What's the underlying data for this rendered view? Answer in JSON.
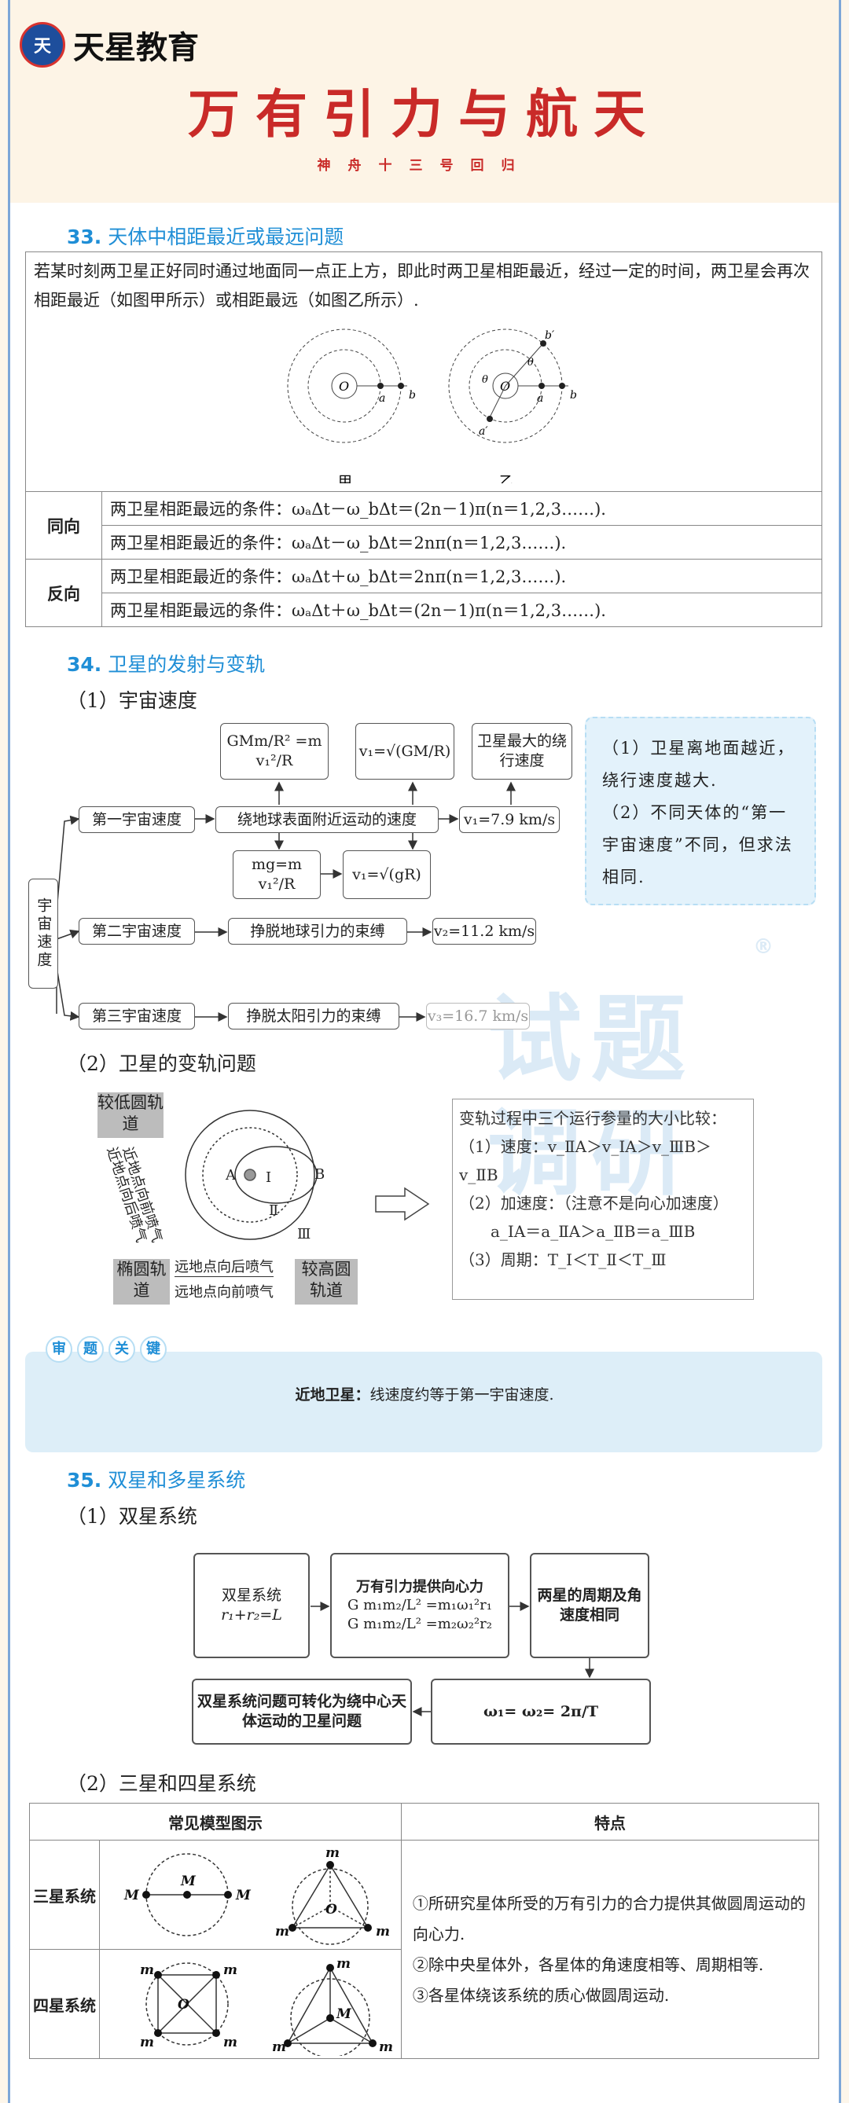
{
  "header": {
    "logo_mark": "天",
    "logo_text": "天星教育",
    "title": "万有引力与航天",
    "subtitle": "神舟十三号回归"
  },
  "s33": {
    "num": "33.",
    "title": "天体中相距最近或最远问题",
    "desc": "若某时刻两卫星正好同时通过地面同一点正上方，即此时两卫星相距最近，经过一定的时间，两卫星会再次相距最近（如图甲所示）或相距最远（如图乙所示）.",
    "fig_jia": "甲",
    "fig_yi": "乙",
    "rows": [
      {
        "side": "同向",
        "far": "两卫星相距最远的条件：ωₐΔt－ω_bΔt＝(2n－1)π(n＝1,2,3……).",
        "near": "两卫星相距最近的条件：ωₐΔt－ω_bΔt＝2nπ(n＝1,2,3……)."
      },
      {
        "side": "反向",
        "near": "两卫星相距最近的条件：ωₐΔt＋ω_bΔt＝2nπ(n＝1,2,3……).",
        "far": "两卫星相距最远的条件：ωₐΔt＋ω_bΔt＝(2n－1)π(n＝1,2,3……)."
      }
    ]
  },
  "s34": {
    "num": "34.",
    "title": "卫星的发射与变轨",
    "sub1": "（1）宇宙速度",
    "root": "宇宙速度",
    "first": "第一宇宙速度",
    "second": "第二宇宙速度",
    "third": "第三宇宙速度",
    "orbit_near": "绕地球表面附近运动的速度",
    "escape_earth": "挣脱地球引力的束缚",
    "escape_sun": "挣脱太阳引力的束缚",
    "v1_val": "v₁=7.9 km/s",
    "v2_val": "v₂=11.2 km/s",
    "v3_val": "v₃=16.7 km/s",
    "eq_gm": "GMm/R² =m v₁²/R",
    "eq_v1a": "v₁=√(GM/R)",
    "eq_mg": "mg=m v₁²/R",
    "eq_v1b": "v₁=√(gR)",
    "max_speed": "卫星最大的绕行速度",
    "note1": "（1）卫星离地面越近，绕行速度越大.",
    "note2": "（2）不同天体的“第一宇宙速度”不同，但求法相同.",
    "sub2": "（2）卫星的变轨问题",
    "low_orbit": "较低圆轨道",
    "ellipse": "椭圆轨道",
    "high_orbit": "较高圆轨道",
    "arrow_near_back": "近地点向后喷气",
    "arrow_near_front": "近地点向前喷气",
    "arrow_far_back": "远地点向后喷气",
    "arrow_far_front": "远地点向前喷气",
    "ptA": "A",
    "ptB": "B",
    "orbI": "Ⅰ",
    "orbII": "Ⅱ",
    "orbIII": "Ⅲ",
    "cmp_title": "变轨过程中三个运行参量的大小比较：",
    "cmp_speed": "（1）速度：v_ⅡA＞v_ⅠA＞v_ⅢB＞v_ⅡB",
    "cmp_acc": "（2）加速度：（注意不是向心加速度）",
    "cmp_acc_eq": "a_ⅠA＝a_ⅡA＞a_ⅡB＝a_ⅢB",
    "cmp_period": "（3）周期：T_Ⅰ＜T_Ⅱ＜T_Ⅲ",
    "wm1": "试题",
    "wm2": "调研",
    "wm_mark": "®"
  },
  "key": {
    "tag": [
      "审",
      "题",
      "关",
      "键"
    ],
    "label": "近地卫星：",
    "text": "线速度约等于第一宇宙速度."
  },
  "s35": {
    "num": "35.",
    "title": "双星和多星系统",
    "sub1": "（1）双星系统",
    "b1_title": "双星系统",
    "b1_eq": "r₁+r₂=L",
    "b2_title": "万有引力提供向心力",
    "b2_eq1": "G m₁m₂/L² =m₁ω₁²r₁",
    "b2_eq2": "G m₁m₂/L² =m₂ω₂²r₂",
    "b3": "两星的周期及角速度相同",
    "b4": "ω₁= ω₂= 2π/T",
    "b5": "双星系统问题可转化为绕中心天体运动的卫星问题",
    "sub2": "（2）三星和四星系统",
    "col1": "常见模型图示",
    "col2": "特点",
    "three": "三星系统",
    "four": "四星系统",
    "M": "M",
    "m": "m",
    "O": "O",
    "feat1": "①所研究星体所受的万有引力的合力提供其做圆周运动的向心力.",
    "feat2": "②除中央星体外，各星体的角速度相等、周期相等.",
    "feat3": "③各星体绕该系统的质心做圆周运动."
  }
}
